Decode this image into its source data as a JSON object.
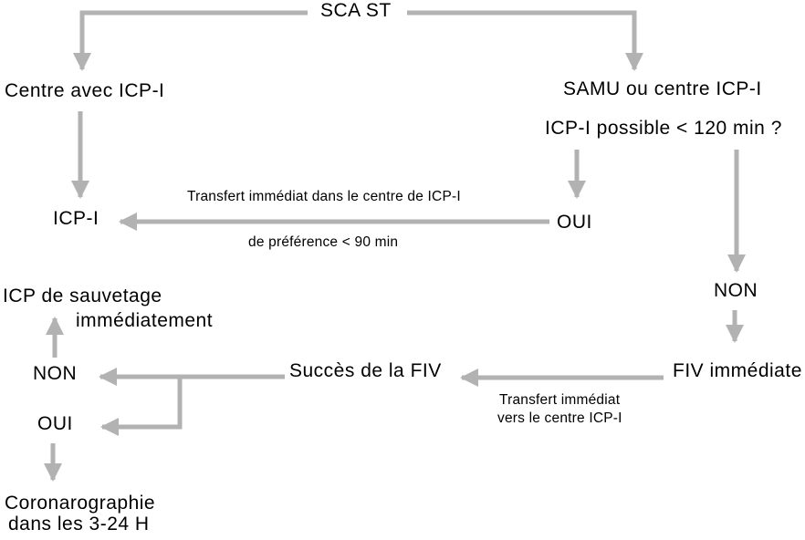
{
  "diagram": {
    "nodes": {
      "sca_st": "SCA ST",
      "centre_icp": "Centre avec ICP-I",
      "icp_i": "ICP-I",
      "samu": "SAMU ou centre ICP-I",
      "question": "ICP-I possible < 120 min ?",
      "oui_transfert": "OUI",
      "non_transfert": "NON",
      "fiv_immediate": "FIV immédiate",
      "succes_fiv": "Succès de la FIV",
      "non_succes": "NON",
      "oui_succes": "OUI",
      "sauvetage_line1": "ICP de sauvetage",
      "sauvetage_line2": "immédiatement",
      "coro_line1": "Coronarographie",
      "coro_line2": "dans les 3-24 H"
    },
    "edge_labels": {
      "transfert_centre_line1": "Transfert immédiat dans le centre de ICP-I",
      "transfert_centre_line2": "de préférence < 90 min",
      "transfert_fiv_line1": "Transfert immédiat",
      "transfert_fiv_line2": "vers le centre ICP-I"
    },
    "colors": {
      "arrow": "#b2b2b2",
      "text": "#000000",
      "background": "#ffffff"
    }
  }
}
